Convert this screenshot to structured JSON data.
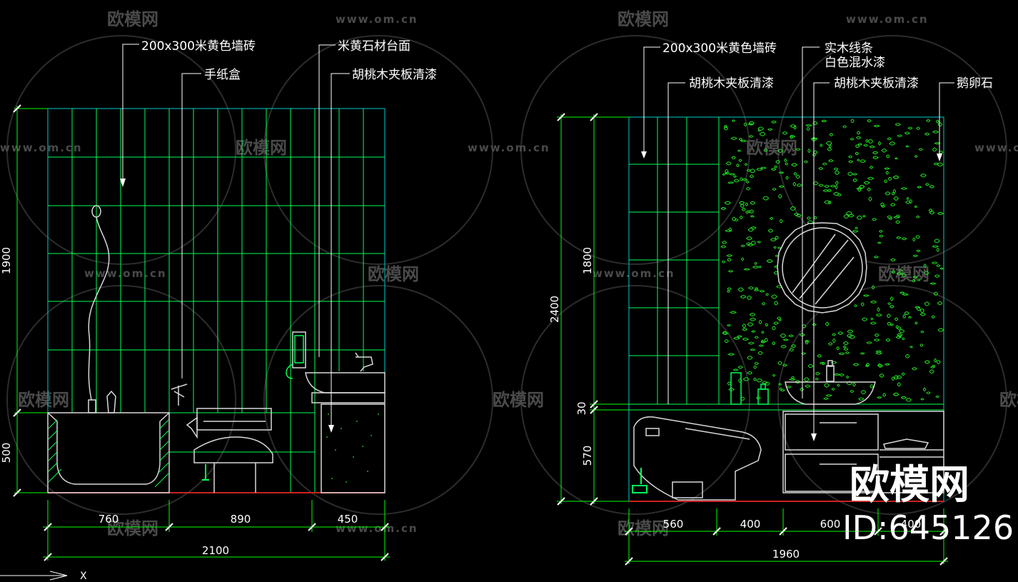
{
  "colors": {
    "background": "#000000",
    "tile_line": "#00ff55",
    "outline": "#d8d8d8",
    "dimension": "#00ff00",
    "outer_line": "#00cccc",
    "floor": "#cc2222",
    "annotation": "#ffffff",
    "pebble": "#22dd22",
    "watermark": "#4a4a4a"
  },
  "left_view": {
    "labels": {
      "wall_tile": "200x300米黄色墙砖",
      "paper_box": "手纸盒",
      "stone_counter": "米黄石材台面",
      "walnut_panel": "胡桃木夹板清漆"
    },
    "dimensions": {
      "height_total": "1900",
      "height_bath": "500",
      "width_bath": "760",
      "width_toilet": "890",
      "width_vanity": "450",
      "width_total": "2100"
    }
  },
  "right_view": {
    "labels": {
      "wall_tile": "200x300米黄色墙砖",
      "wood_strip_line1": "实木线条",
      "wood_strip_line2": "白色混水漆",
      "walnut_panel_left": "胡桃木夹板清漆",
      "walnut_panel_right": "胡桃木夹板清漆",
      "pebble": "鹅卵石"
    },
    "dimensions": {
      "height_total": "2400",
      "height_upper": "1800",
      "height_counter": "30",
      "height_cabinet": "570",
      "width_toilet": "560",
      "width_gap": "400",
      "width_cabinet": "600",
      "width_end": "400",
      "width_total": "1960"
    }
  },
  "axis": {
    "x_label": "X"
  },
  "watermark": {
    "brand": "欧模网",
    "url": "www.om.cn",
    "id_text": "ID:645126"
  }
}
